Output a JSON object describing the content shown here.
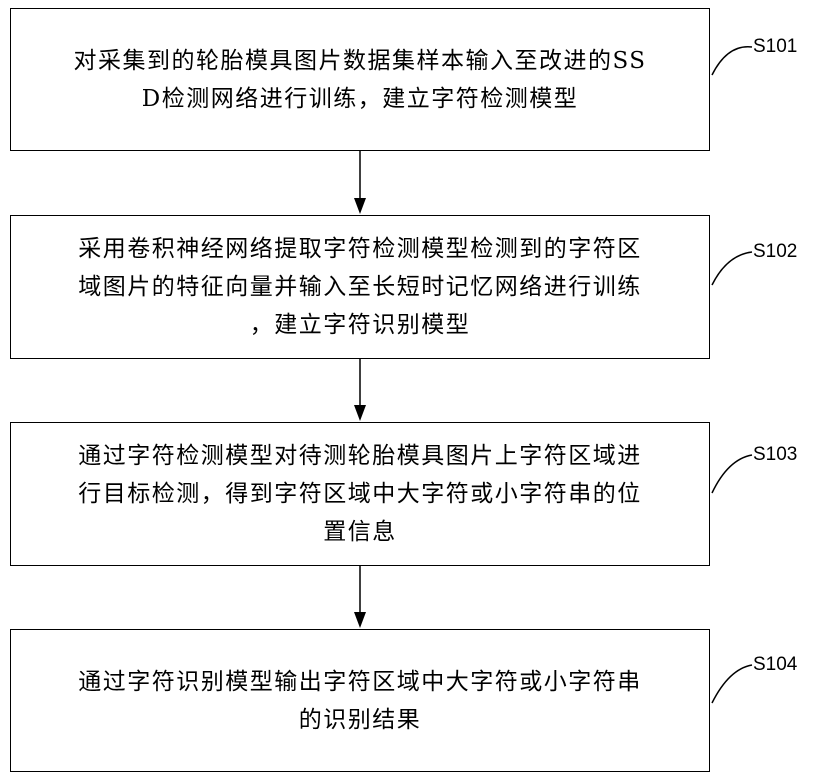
{
  "steps": [
    {
      "id": "S101",
      "lines": [
        "对采集到的轮胎模具图片数据集样本输入至改进的SS",
        "D检测网络进行训练，建立字符检测模型"
      ]
    },
    {
      "id": "S102",
      "lines": [
        "采用卷积神经网络提取字符检测模型检测到的字符区",
        "域图片的特征向量并输入至长短时记忆网络进行训练",
        "，建立字符识别模型"
      ]
    },
    {
      "id": "S103",
      "lines": [
        "通过字符检测模型对待测轮胎模具图片上字符区域进",
        "行目标检测，得到字符区域中大字符或小字符串的位",
        "置信息"
      ]
    },
    {
      "id": "S104",
      "lines": [
        "通过字符识别模型输出字符区域中大字符或小字符串",
        "的识别结果"
      ]
    }
  ]
}
